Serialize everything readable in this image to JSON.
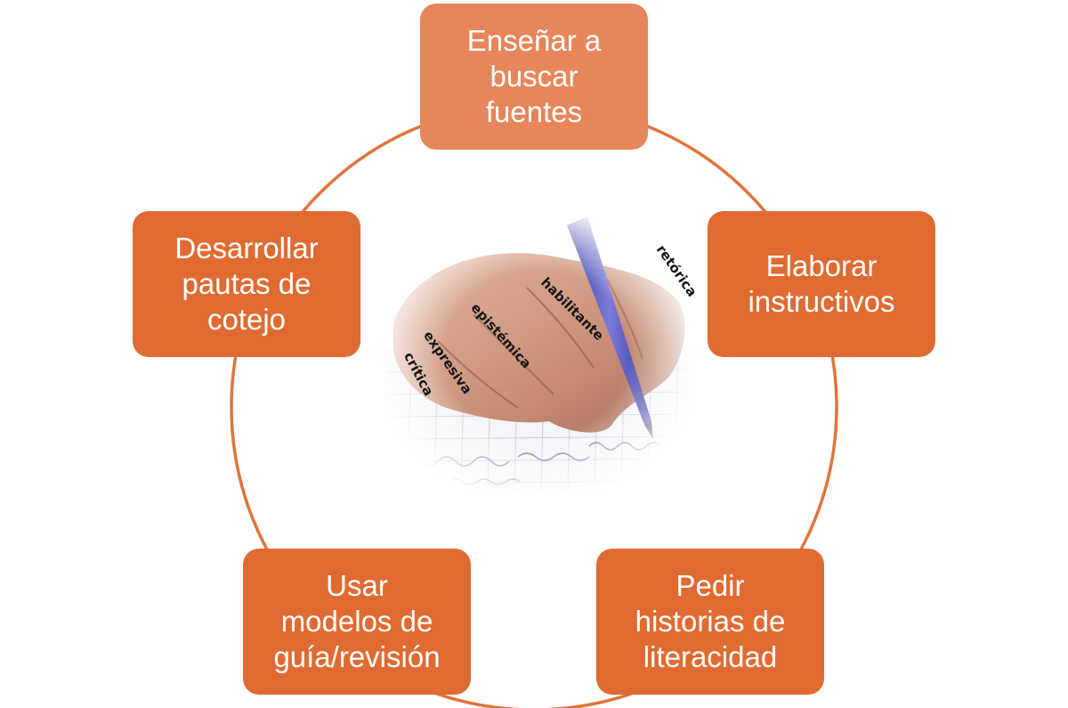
{
  "colors": {
    "circle": "#E0743A",
    "node_light": "#E7865A",
    "node": "#E06B32",
    "text": "#FFFFFF"
  },
  "nodes": {
    "top": "Enseñar a\nbuscar\nfuentes",
    "right": "Elaborar\ninstructivos",
    "bottom_right": "Pedir\nhistorias de\nliteracidad",
    "bottom_left": "Usar\nmodelos de\nguía/revisión",
    "left": "Desarrollar\npautas de\ncotejo"
  },
  "image": {
    "description_icon": "hand-writing-photo",
    "finger_labels": [
      "crítica",
      "expresiva",
      "epistémica",
      "habilitante",
      "retórica"
    ]
  }
}
